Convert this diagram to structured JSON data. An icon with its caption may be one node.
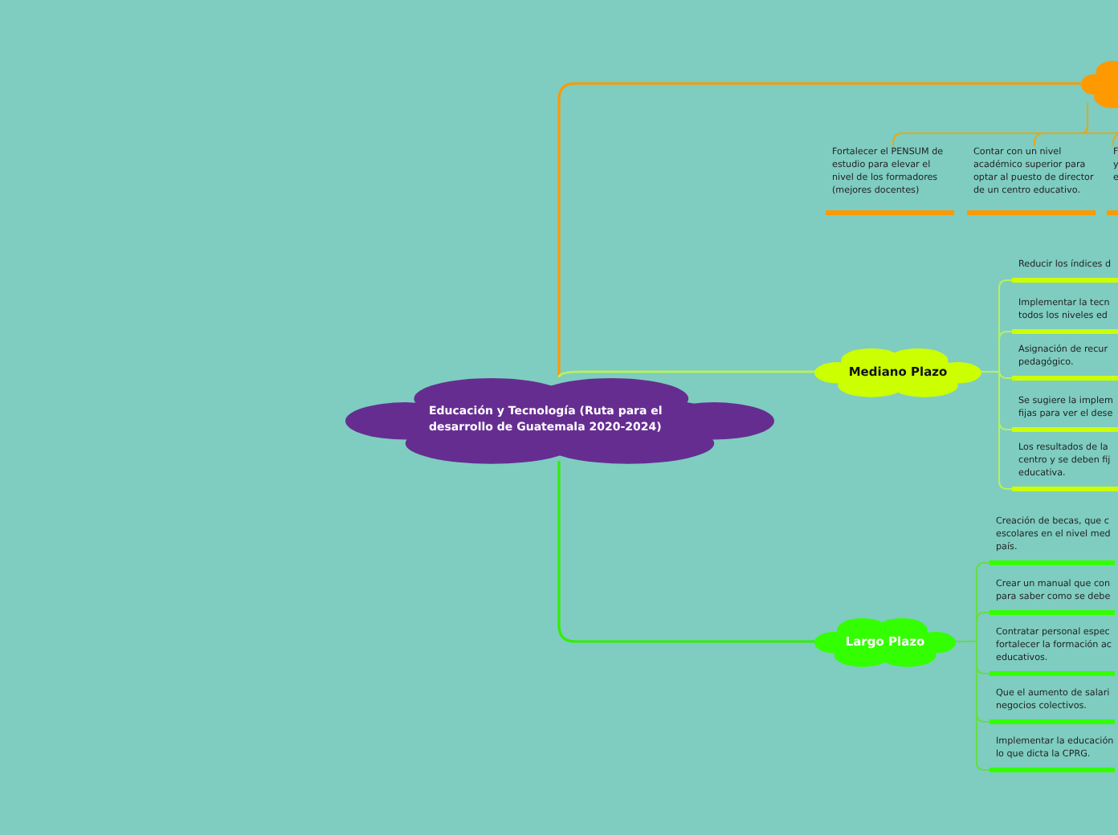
{
  "diagram": {
    "nodes": [
      {
        "text": [
          "Educación y Tecnología (Ruta para el desarrollo de Guatemala 2020-2024)"
        ]
      },
      {
        "text": [],
        "shape": "cloud"
      },
      {
        "text": [
          "Fortalecer el PENSUM de estudio para elevar el nivel de los formadores (mejores docentes)"
        ]
      },
      {
        "text": [
          "Contar con un nivel académico superior para optar al puesto de director de un centro educativo."
        ]
      },
      {
        "text": [
          "F y e"
        ]
      },
      {
        "text": [
          "Mediano Plazo"
        ]
      },
      {
        "text": [
          "Reducir los índices d"
        ]
      },
      {
        "text": [
          "Implementar la tecn todos los niveles ed"
        ]
      },
      {
        "text": [
          "Asignación de recur pedagógico."
        ]
      },
      {
        "text": [
          "Se sugiere la implem fijas para ver el dese"
        ]
      },
      {
        "text": [
          "Los resultados de la centro y se deben fij educativa."
        ]
      },
      {
        "text": [
          "Largo Plazo"
        ]
      },
      {
        "text": [
          "Creación de becas, que c escolares en el nivel med país."
        ]
      },
      {
        "text": [
          "Crear un manual que con para saber como se debe"
        ]
      },
      {
        "text": [
          "Contratar personal espec fortalecer la formación ac educativos."
        ]
      },
      {
        "text": [
          "Que el aumento de salari negocios colectivos."
        ]
      },
      {
        "text": [
          "Implementar la educación lo que dicta la CPRG."
        ]
      }
    ],
    "edges": [
      {
        "from": 0,
        "to": 1,
        "arrow": "none",
        "color": "#ff9900"
      },
      {
        "from": 1,
        "to": 2,
        "arrow": "none",
        "color": "#e6a817"
      },
      {
        "from": 1,
        "to": 3,
        "arrow": "none",
        "color": "#e6a817"
      },
      {
        "from": 1,
        "to": 4,
        "arrow": "none",
        "color": "#e6a817"
      },
      {
        "from": 0,
        "to": 5,
        "arrow": "none",
        "color": "#b8f060"
      },
      {
        "from": 5,
        "to": 6,
        "arrow": "none",
        "color": "#b8f060"
      },
      {
        "from": 5,
        "to": 7,
        "arrow": "none",
        "color": "#b8f060"
      },
      {
        "from": 5,
        "to": 8,
        "arrow": "none",
        "color": "#b8f060"
      },
      {
        "from": 5,
        "to": 9,
        "arrow": "none",
        "color": "#b8f060"
      },
      {
        "from": 5,
        "to": 10,
        "arrow": "none",
        "color": "#b8f060"
      },
      {
        "from": 0,
        "to": 11,
        "arrow": "none",
        "color": "#33ee00"
      },
      {
        "from": 11,
        "to": 12,
        "arrow": "none",
        "color": "#66dd44"
      },
      {
        "from": 11,
        "to": 13,
        "arrow": "none",
        "color": "#66dd44"
      },
      {
        "from": 11,
        "to": 14,
        "arrow": "none",
        "color": "#66dd44"
      },
      {
        "from": 11,
        "to": 15,
        "arrow": "none",
        "color": "#66dd44"
      },
      {
        "from": 11,
        "to": 16,
        "arrow": "none",
        "color": "#66dd44"
      }
    ]
  }
}
